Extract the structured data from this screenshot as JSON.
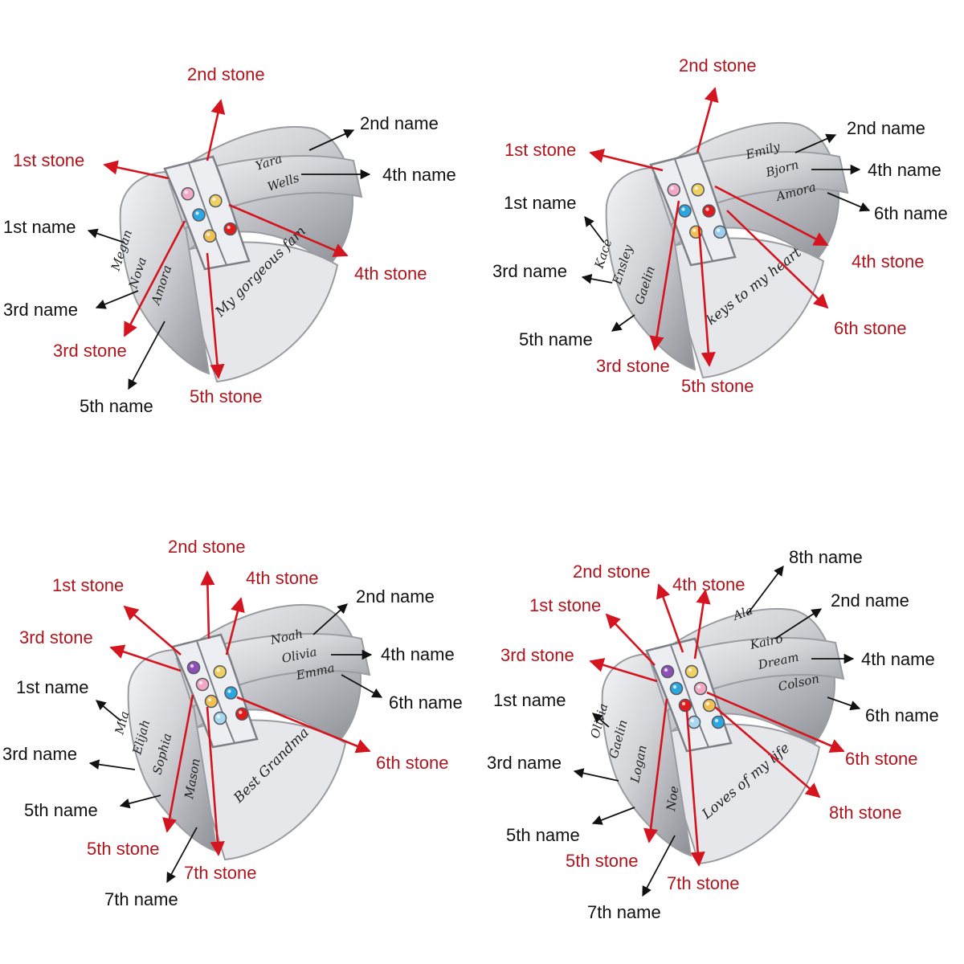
{
  "colors": {
    "stone_text": "#b0141c",
    "stone_arrow": "#d4141e",
    "name_text": "#111111",
    "name_arrow": "#111111",
    "metal": "#d2d4d8",
    "metal_dark": "#9a9ca2",
    "background": "#ffffff"
  },
  "panels": [
    {
      "id": "p1",
      "engraving": "My gorgeous fam",
      "band_names": [
        "Yara",
        "Wells",
        "Megan",
        "Nova",
        "Amora"
      ],
      "stones": [
        "#f2a7c3",
        "#f0d060",
        "#2aa7e0",
        "#e11b1b",
        "#f0c050"
      ],
      "labels": [
        {
          "text": "2nd stone",
          "kind": "stone"
        },
        {
          "text": "2nd name",
          "kind": "name"
        },
        {
          "text": "1st stone",
          "kind": "stone"
        },
        {
          "text": "4th name",
          "kind": "name"
        },
        {
          "text": "1st name",
          "kind": "name"
        },
        {
          "text": "4th stone",
          "kind": "stone"
        },
        {
          "text": "3rd name",
          "kind": "name"
        },
        {
          "text": "3rd stone",
          "kind": "stone"
        },
        {
          "text": "5th stone",
          "kind": "stone"
        },
        {
          "text": "5th name",
          "kind": "name"
        }
      ]
    },
    {
      "id": "p2",
      "engraving": "keys to my heart",
      "band_names": [
        "Emily",
        "Bjorn",
        "Amora",
        "Kace",
        "Ensley",
        "Gaelin"
      ],
      "stones": [
        "#f2a7c3",
        "#f0d060",
        "#2aa7e0",
        "#e11b1b",
        "#f0c050",
        "#9ad0ee"
      ],
      "labels": [
        {
          "text": "2nd stone",
          "kind": "stone"
        },
        {
          "text": "2nd name",
          "kind": "name"
        },
        {
          "text": "1st stone",
          "kind": "stone"
        },
        {
          "text": "4th name",
          "kind": "name"
        },
        {
          "text": "1st name",
          "kind": "name"
        },
        {
          "text": "6th name",
          "kind": "name"
        },
        {
          "text": "4th stone",
          "kind": "stone"
        },
        {
          "text": "3rd name",
          "kind": "name"
        },
        {
          "text": "6th stone",
          "kind": "stone"
        },
        {
          "text": "5th name",
          "kind": "name"
        },
        {
          "text": "3rd stone",
          "kind": "stone"
        },
        {
          "text": "5th stone",
          "kind": "stone"
        }
      ]
    },
    {
      "id": "p3",
      "engraving": "Best Grandma",
      "band_names": [
        "Noah",
        "Olivia",
        "Emma",
        "Mia",
        "Elijah",
        "Sophia",
        "Mason"
      ],
      "stones": [
        "#8e4fb8",
        "#f0d060",
        "#f2a7c3",
        "#2aa7e0",
        "#f0c050",
        "#e11b1b",
        "#a8d8f0"
      ],
      "labels": [
        {
          "text": "2nd stone",
          "kind": "stone"
        },
        {
          "text": "1st stone",
          "kind": "stone"
        },
        {
          "text": "4th stone",
          "kind": "stone"
        },
        {
          "text": "2nd name",
          "kind": "name"
        },
        {
          "text": "3rd stone",
          "kind": "stone"
        },
        {
          "text": "4th name",
          "kind": "name"
        },
        {
          "text": "1st name",
          "kind": "name"
        },
        {
          "text": "6th name",
          "kind": "name"
        },
        {
          "text": "3rd name",
          "kind": "name"
        },
        {
          "text": "6th stone",
          "kind": "stone"
        },
        {
          "text": "5th name",
          "kind": "name"
        },
        {
          "text": "5th stone",
          "kind": "stone"
        },
        {
          "text": "7th stone",
          "kind": "stone"
        },
        {
          "text": "7th name",
          "kind": "name"
        }
      ]
    },
    {
      "id": "p4",
      "engraving": "Loves of my life",
      "band_names": [
        "Ala",
        "Kairo",
        "Dream",
        "Colson",
        "Olivia",
        "Gaelin",
        "Logan",
        "Noe"
      ],
      "stones": [
        "#8e4fb8",
        "#f0d060",
        "#2aa7e0",
        "#f2a7c3",
        "#e11b1b",
        "#f0c050",
        "#a8d8f0",
        "#2aa7e0"
      ],
      "labels": [
        {
          "text": "8th name",
          "kind": "name"
        },
        {
          "text": "2nd stone",
          "kind": "stone"
        },
        {
          "text": "4th stone",
          "kind": "stone"
        },
        {
          "text": "2nd name",
          "kind": "name"
        },
        {
          "text": "1st stone",
          "kind": "stone"
        },
        {
          "text": "4th name",
          "kind": "name"
        },
        {
          "text": "3rd stone",
          "kind": "stone"
        },
        {
          "text": "1st name",
          "kind": "name"
        },
        {
          "text": "6th name",
          "kind": "name"
        },
        {
          "text": "6th stone",
          "kind": "stone"
        },
        {
          "text": "3rd name",
          "kind": "name"
        },
        {
          "text": "8th stone",
          "kind": "stone"
        },
        {
          "text": "5th name",
          "kind": "name"
        },
        {
          "text": "5th stone",
          "kind": "stone"
        },
        {
          "text": "7th stone",
          "kind": "stone"
        },
        {
          "text": "7th name",
          "kind": "name"
        }
      ]
    }
  ]
}
